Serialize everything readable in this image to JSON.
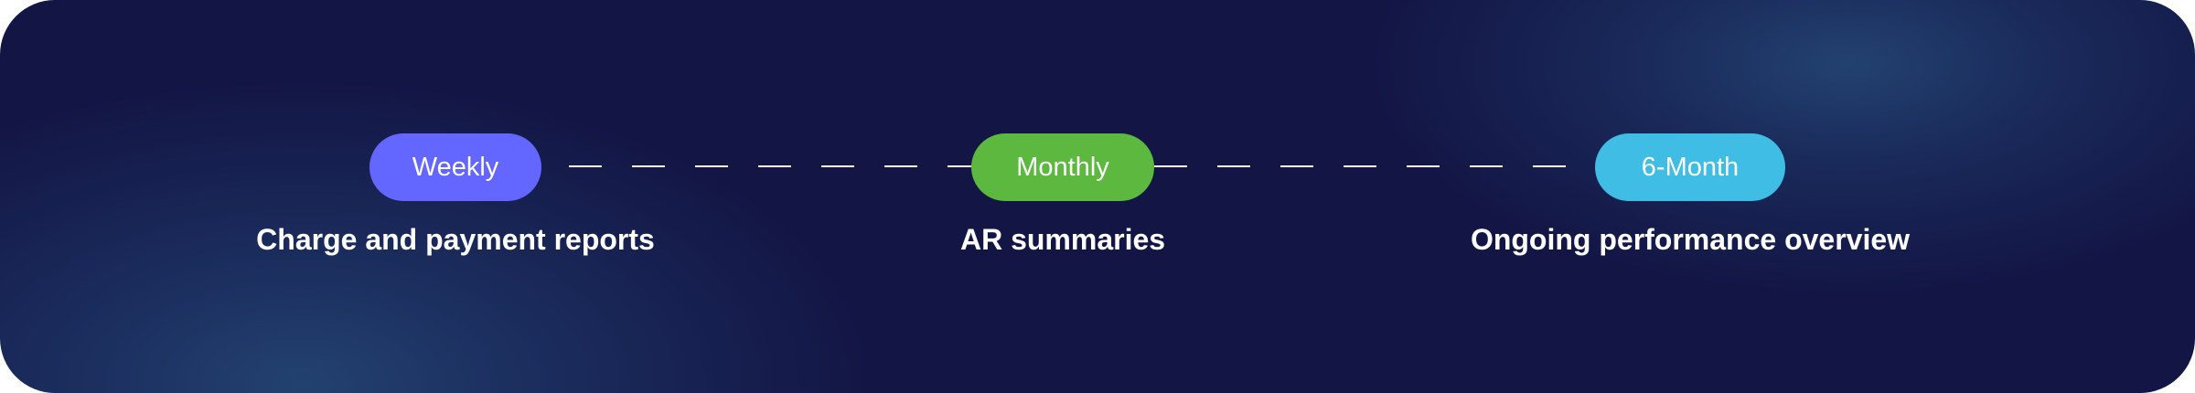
{
  "steps": [
    {
      "label": "Weekly",
      "caption": "Charge and payment reports",
      "color": "#6366ff"
    },
    {
      "label": "Monthly",
      "caption": "AR summaries",
      "color": "#5db83f"
    },
    {
      "label": "6-Month",
      "caption": "Ongoing performance overview",
      "color": "#3fbde5"
    }
  ],
  "colors": {
    "background": "#131645",
    "glow": "#28507d",
    "text": "#ffffff"
  }
}
